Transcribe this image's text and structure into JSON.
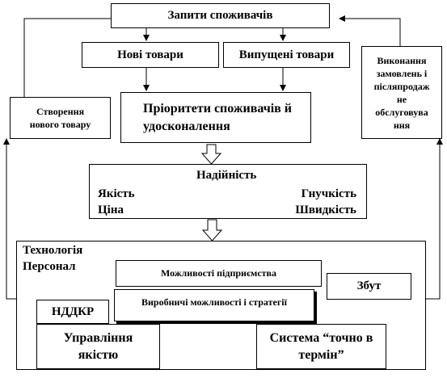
{
  "diagram": {
    "consumer_requests": "Запити споживачів",
    "new_goods": "Нові товари",
    "released_goods": "Випущені товари",
    "consumer_priorities_line1": "Пріоритети споживачів й",
    "consumer_priorities_line2": "удосконалення",
    "new_product_creation_line1": "Створення",
    "new_product_creation_line2": "нового товару",
    "order_fulfillment_line1": "Виконання",
    "order_fulfillment_line2": "замовлень і",
    "order_fulfillment_line3": "післяпродаж",
    "order_fulfillment_line4": "не",
    "order_fulfillment_line5": "обслуговува",
    "order_fulfillment_line6": "ння",
    "reliability": "Надійність",
    "quality": "Якість",
    "flexibility": "Гнучкість",
    "price": "Ціна",
    "speed": "Швидкість",
    "technology": "Технологія",
    "personnel": "Персонал",
    "enterprise_capabilities": "Можливості підприємства",
    "sales": "Збут",
    "rnd": "НДДКР",
    "production_capabilities": "Виробничі можливості і стратегії",
    "quality_management_line1": "Управління",
    "quality_management_line2": "якістю",
    "jit_system_line1": "Система “точно в",
    "jit_system_line2": "термін”"
  }
}
